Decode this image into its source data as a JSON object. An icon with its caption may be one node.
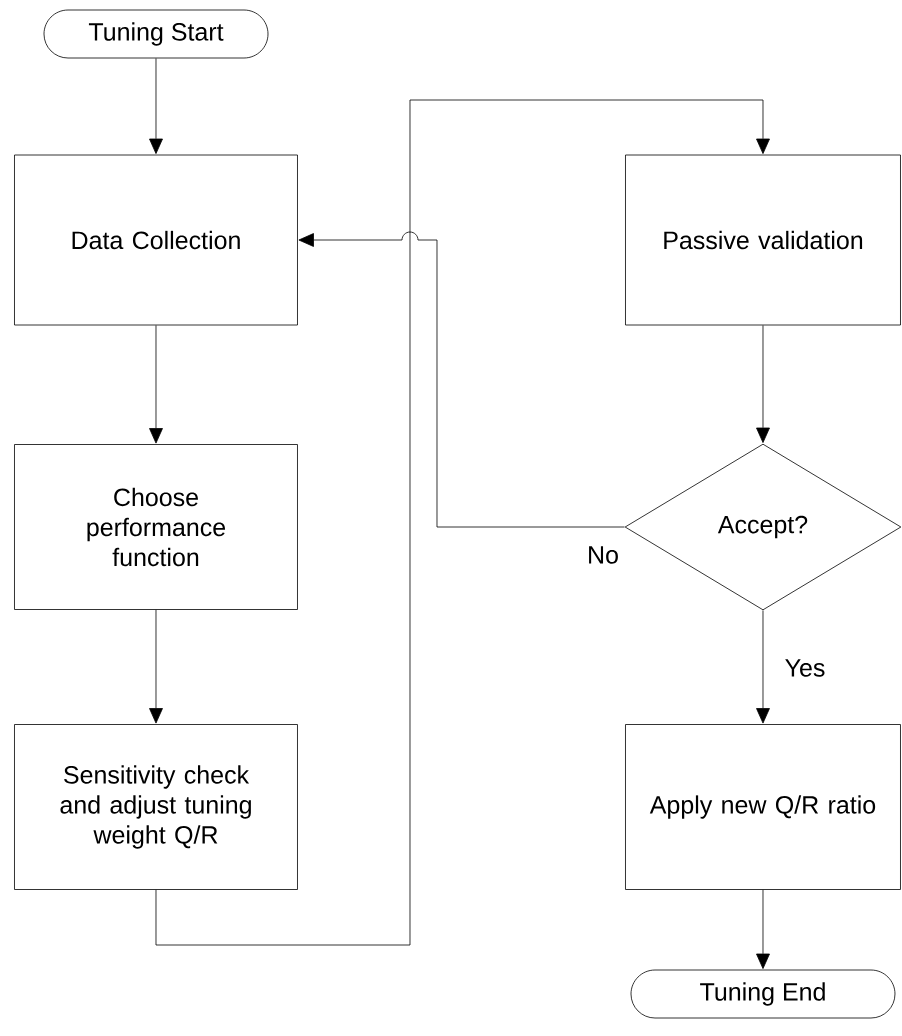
{
  "diagram": {
    "nodes": [
      {
        "text": [
          "Tuning Start"
        ]
      },
      {
        "text": [
          "Data Collection"
        ]
      },
      {
        "text": [
          "Choose performance function"
        ]
      },
      {
        "text": [
          "Sensitivity check and adjust tuning weight Q/R"
        ]
      },
      {
        "text": [
          "Passive validation"
        ]
      },
      {
        "text": [
          "Accept?"
        ]
      },
      {
        "text": [
          "Apply new Q/R ratio"
        ]
      },
      {
        "text": [
          "Tuning End"
        ]
      }
    ],
    "edges": [
      {
        "from": 0,
        "to": 1,
        "arrow": "to"
      },
      {
        "from": 1,
        "to": 2,
        "arrow": "to"
      },
      {
        "from": 2,
        "to": 3,
        "arrow": "to"
      },
      {
        "from": 3,
        "to": 4,
        "arrow": "to"
      },
      {
        "from": 4,
        "to": 5,
        "arrow": "to"
      },
      {
        "from": 5,
        "to": 1,
        "arrow": "to",
        "label": "No"
      },
      {
        "from": 5,
        "to": 6,
        "arrow": "to",
        "label": "Yes"
      },
      {
        "from": 6,
        "to": 7,
        "arrow": "to"
      }
    ]
  }
}
